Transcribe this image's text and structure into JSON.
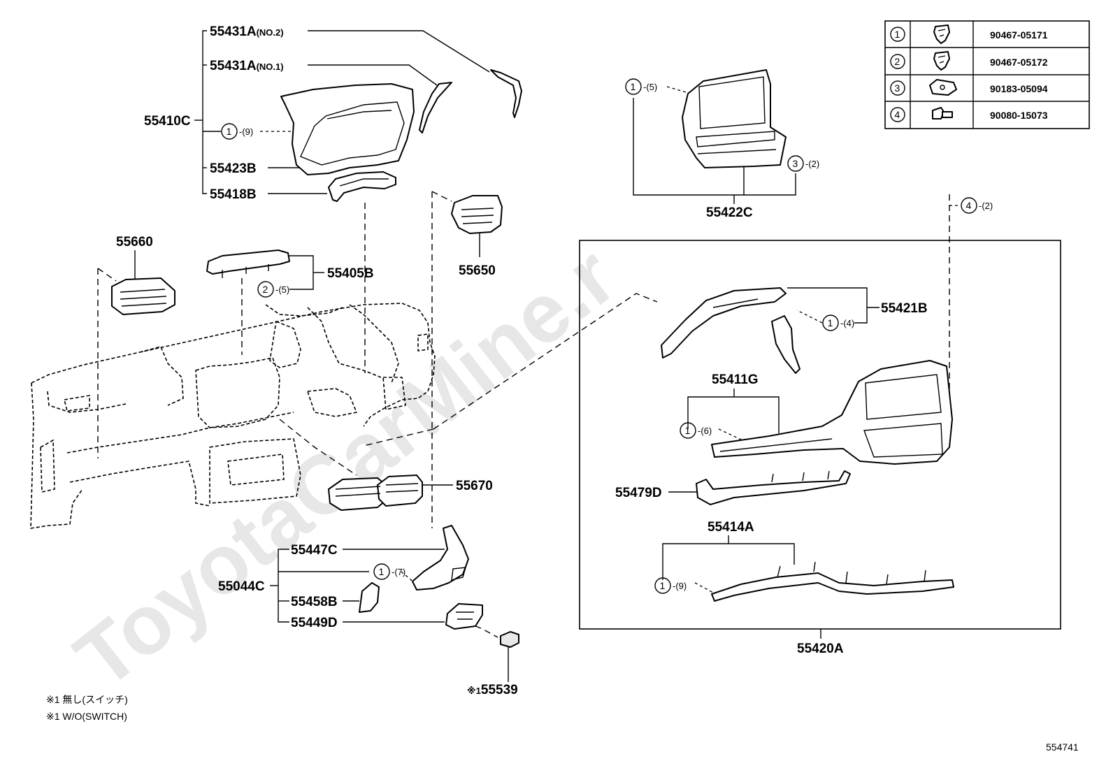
{
  "diagram": {
    "watermark": "ToyotaCarMine.r",
    "parts": {
      "p55431a_no2": "55431A",
      "p55431a_no2_suffix": "(NO.2)",
      "p55431a_no1": "55431A",
      "p55431a_no1_suffix": "(NO.1)",
      "p55410c": "55410C",
      "p55423b": "55423B",
      "p55418b": "55418B",
      "p55660": "55660",
      "p55405b": "55405B",
      "p55650": "55650",
      "p55422c": "55422C",
      "p55421b": "55421B",
      "p55411g": "55411G",
      "p55479d": "55479D",
      "p55414a": "55414A",
      "p55420a": "55420A",
      "p55670": "55670",
      "p55447c": "55447C",
      "p55044c": "55044C",
      "p55458b": "55458B",
      "p55449d": "55449D",
      "p55539": "55539",
      "p55539_mark": "※1"
    },
    "callouts": {
      "c_55410c": {
        "num": "1",
        "qty": "-(9)"
      },
      "c_55405b": {
        "num": "2",
        "qty": "-(5)"
      },
      "c_55422c_top": {
        "num": "1",
        "qty": "-(5)"
      },
      "c_55422c_right": {
        "num": "3",
        "qty": "-(2)"
      },
      "c_top_right": {
        "num": "4",
        "qty": "-(2)"
      },
      "c_55421b": {
        "num": "1",
        "qty": "-(4)"
      },
      "c_55411g": {
        "num": "1",
        "qty": "-(6)"
      },
      "c_55414a": {
        "num": "1",
        "qty": "-(9)"
      },
      "c_55044c": {
        "num": "1",
        "qty": "-(7)"
      }
    },
    "legend": [
      {
        "num": "1",
        "icon": "clip-icon",
        "part": "90467-05171"
      },
      {
        "num": "2",
        "icon": "clip-icon",
        "part": "90467-05172"
      },
      {
        "num": "3",
        "icon": "nut-icon",
        "part": "90183-05094"
      },
      {
        "num": "4",
        "icon": "screw-icon",
        "part": "90080-15073"
      }
    ],
    "notes": {
      "jp": "※1 無し(スイッチ)",
      "en": "※1 W/O(SWITCH)"
    },
    "diagram_id": "554741"
  }
}
